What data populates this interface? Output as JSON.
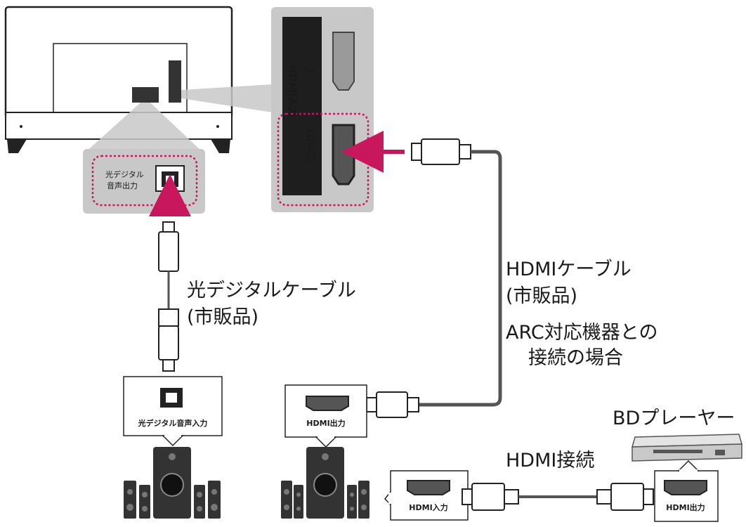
{
  "tv": {
    "optical_port_label_line1": "光デジタル",
    "optical_port_label_line2": "音声出力",
    "hdmi_input_vertical_label": "HDMI入力",
    "hdmi_port_1": "1",
    "hdmi_port_2": "2(ARC)"
  },
  "optical_cable": {
    "label": "光デジタルケーブル",
    "note": "(市販品)"
  },
  "hdmi_cable": {
    "label": "HDMIケーブル",
    "note": "(市販品)",
    "arc_line1": "ARC対応機器との",
    "arc_line2": "接続の場合"
  },
  "speaker_left": {
    "port_label": "光デジタル音声入力"
  },
  "speaker_right": {
    "port_label_out": "HDMI出力",
    "port_label_in": "HDMI入力"
  },
  "bd_player": {
    "label": "BDプレーヤー",
    "port_label": "HDMI出力"
  },
  "hdmi_connection_label": "HDMI接続",
  "colors": {
    "accent": "#c8175d",
    "panel_gray": "#c8c8c8",
    "cable": "#555555",
    "outline": "#222222"
  }
}
